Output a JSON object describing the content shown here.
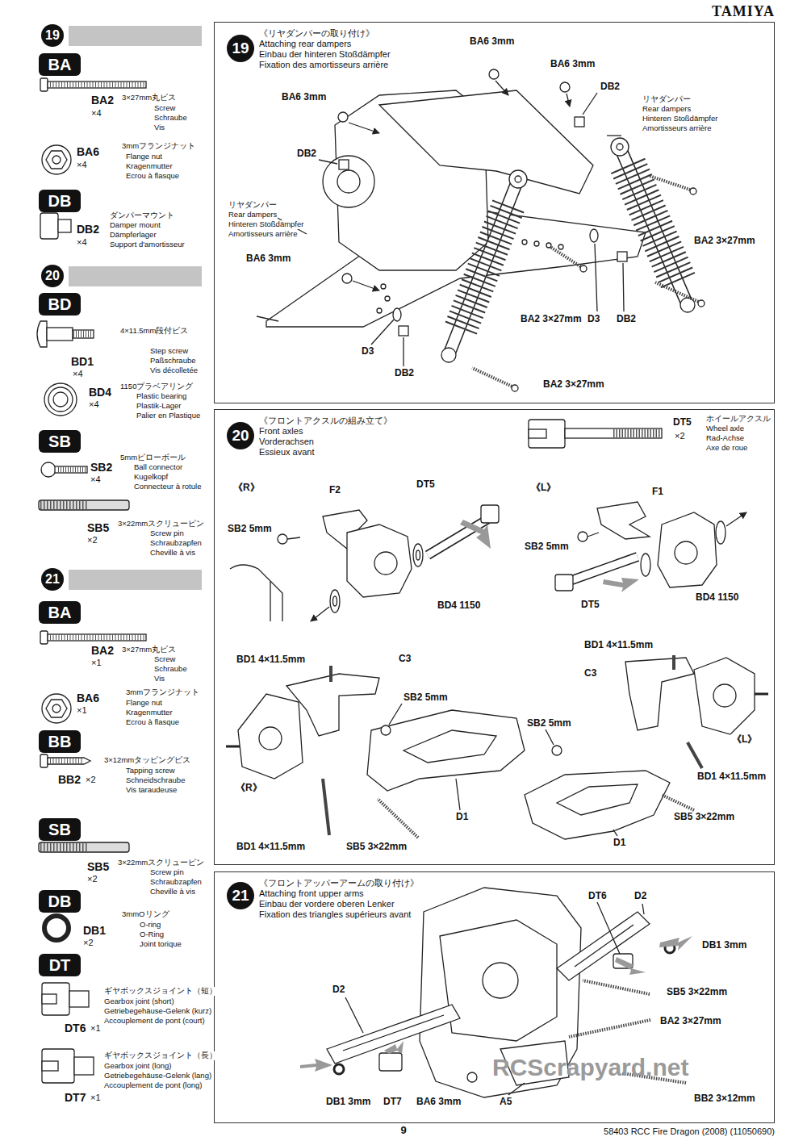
{
  "diagram": {
    "nodes": [
      {
        "text": [
          "《リヤダンパーの取り付け》",
          "Attaching rear dampers",
          "Einbau der hinteren Stoßdämpfer",
          "Fixation des amortisseurs arrière"
        ]
      },
      {
        "text": [
          "《フロントアクスルの組み立て》",
          "Front axles",
          "Vorderachsen",
          "Essieux avant"
        ]
      },
      {
        "text": [
          "《フロントアッパーアームの取り付け》",
          "Attaching front upper arms",
          "Einbau der vordere oberen Lenker",
          "Fixation des triangles supérieurs avant"
        ]
      }
    ],
    "labels": [
      "TAMIYA",
      "19",
      "BA",
      "BA2",
      "×4",
      "3×27mm丸ビス",
      "Screw",
      "Schraube",
      "Vis",
      "BA6",
      "×4",
      "3mmフランジナット",
      "Flange nut",
      "Kragenmutter",
      "Ecrou à flasque",
      "DB",
      "DB2",
      "×4",
      "ダンパーマウント",
      "Damper mount",
      "Dämpferlager",
      "Support d'amortisseur",
      "20",
      "BD",
      "BD1",
      "×4",
      "4×11.5mm段付ビス",
      "Step screw",
      "Paßschraube",
      "Vis décolletée",
      "BD4",
      "×4",
      "1150プラベアリング",
      "Plastic bearing",
      "Plastik-Lager",
      "Palier en Plastique",
      "SB",
      "SB2",
      "×4",
      "5mmピローボール",
      "Ball connector",
      "Kugelkopf",
      "Connecteur à rotule",
      "SB5",
      "×2",
      "3×22mmスクリューピン",
      "Screw pin",
      "Schraubzapfen",
      "Cheville à vis",
      "21",
      "BA",
      "BA2",
      "×1",
      "3×27mm丸ビス",
      "Screw",
      "Schraube",
      "Vis",
      "BA6",
      "×1",
      "3mmフランジナット",
      "Flange nut",
      "Kragenmutter",
      "Ecrou à flasque",
      "BB",
      "3×12mmタッピングビス",
      "BB2",
      "×2",
      "Tapping screw",
      "Schneidschraube",
      "Vis taraudeuse",
      "SB",
      "SB5",
      "×2",
      "3×22mmスクリューピン",
      "Screw pin",
      "Schraubzapfen",
      "Cheville à vis",
      "DB",
      "3mmOリング",
      "DB1",
      "×2",
      "O-ring",
      "O-Ring",
      "Joint torique",
      "DT",
      "ギヤボックスジョイント（短）",
      "DT6",
      "×1",
      "Gearbox joint (short)",
      "Getriebegehäuse-Gelenk (kurz)",
      "Accouplement de pont (court)",
      "ギヤボックスジョイント（長）",
      "DT7",
      "×1",
      "Gearbox joint (long)",
      "Getriebegehäuse-Gelenk (lang)",
      "Accouplement de pont (long)",
      "19",
      "BA6 3mm",
      "BA6 3mm",
      "DB2",
      "リヤダンパー",
      "Rear dampers",
      "Hinteren Stoßdämpfer",
      "Amortisseurs arrière",
      "BA6 3mm",
      "DB2",
      "リヤダンパー",
      "Rear dampers",
      "Hinteren Stoßdämpfer",
      "Amortisseurs arrière",
      "BA6 3mm",
      "BA2 3×27mm",
      "BA2 3×27mm",
      "D3",
      "DB2",
      "D3",
      "DB2",
      "BA2 3×27mm",
      "20",
      "DT5",
      "×2",
      "ホイールアクスル",
      "Wheel axle",
      "Rad-Achse",
      "Axe de roue",
      "《R》",
      "F2",
      "DT5",
      "SB2 5mm",
      "BD4 1150",
      "《L》",
      "F1",
      "SB2 5mm",
      "DT5",
      "BD4 1150",
      "BD1 4×11.5mm",
      "C3",
      "SB2 5mm",
      "《R》",
      "BD1 4×11.5mm",
      "D1",
      "SB5 3×22mm",
      "BD1 4×11.5mm",
      "C3",
      "SB2 5mm",
      "《L》",
      "BD1 4×11.5mm",
      "D1",
      "SB5 3×22mm",
      "21",
      "DT6",
      "D2",
      "DB1 3mm",
      "D2",
      "SB5 3×22mm",
      "BA2 3×27mm",
      "DB1 3mm",
      "DT7",
      "BA6 3mm",
      "A5",
      "BB2 3×12mm",
      "RCScrapyard.net",
      "9",
      "58403 RCC Fire Dragon (2008) (11050690)"
    ]
  }
}
